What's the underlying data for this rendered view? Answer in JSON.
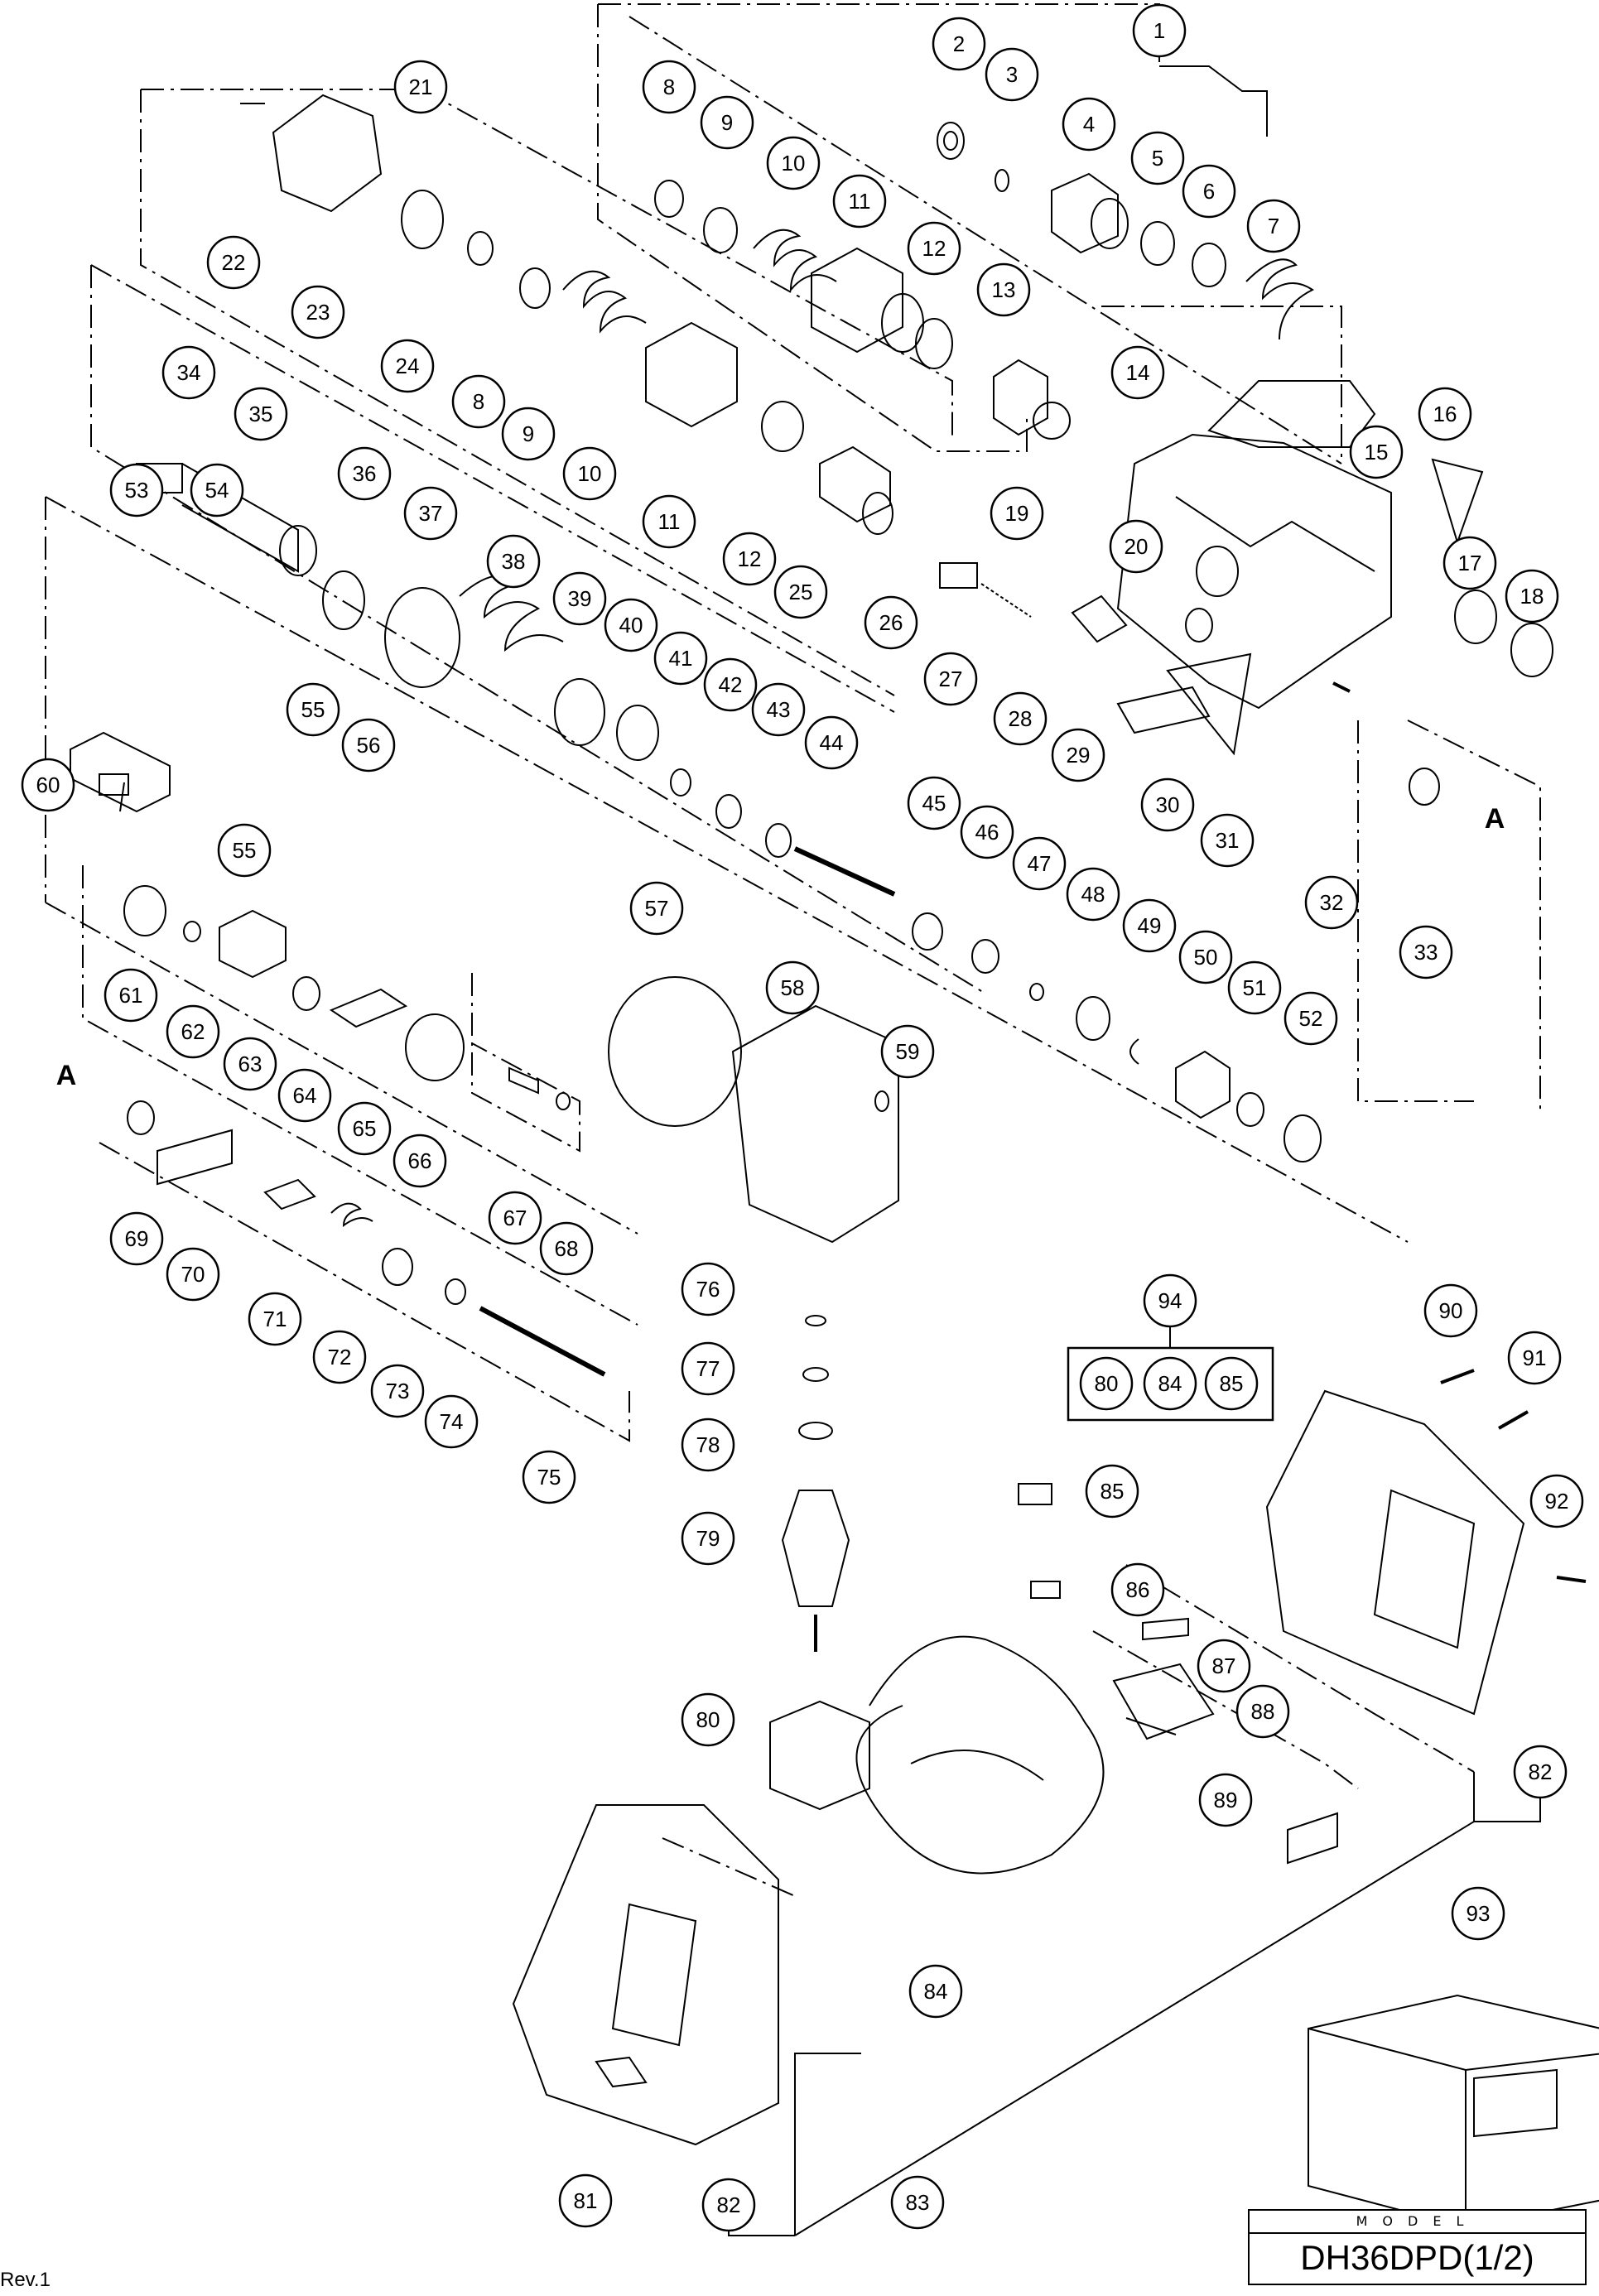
{
  "drawing": {
    "model_label": "MODEL",
    "model_name": "DH36DPD(1/2)",
    "revision": "Rev.1",
    "section_markers": [
      "A",
      "A"
    ]
  },
  "parts": [
    "1",
    "2",
    "3",
    "4",
    "5",
    "6",
    "7",
    "8",
    "9",
    "10",
    "11",
    "12",
    "13",
    "14",
    "15",
    "16",
    "17",
    "18",
    "19",
    "20",
    "21",
    "22",
    "23",
    "24",
    "25",
    "26",
    "27",
    "28",
    "29",
    "30",
    "31",
    "32",
    "33",
    "34",
    "35",
    "36",
    "37",
    "38",
    "39",
    "40",
    "41",
    "42",
    "43",
    "44",
    "45",
    "46",
    "47",
    "48",
    "49",
    "50",
    "51",
    "52",
    "53",
    "54",
    "55",
    "56",
    "57",
    "58",
    "59",
    "60",
    "61",
    "62",
    "63",
    "64",
    "65",
    "66",
    "67",
    "68",
    "69",
    "70",
    "71",
    "72",
    "73",
    "74",
    "75",
    "76",
    "77",
    "78",
    "79",
    "80",
    "81",
    "82",
    "83",
    "84",
    "85",
    "86",
    "87",
    "88",
    "89",
    "90",
    "91",
    "92",
    "93",
    "94"
  ],
  "duplicate_callouts": [
    "8",
    "9",
    "10",
    "11",
    "12",
    "55",
    "80",
    "82",
    "84",
    "85"
  ],
  "kit_94": {
    "label": "94",
    "contents": [
      "80",
      "84",
      "85"
    ]
  },
  "colors": {
    "line": "#000000",
    "background": "#ffffff"
  }
}
